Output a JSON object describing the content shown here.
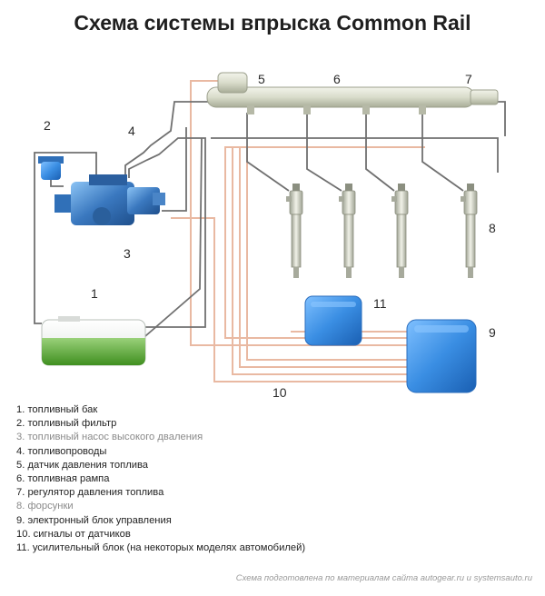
{
  "title": "Схема системы впрыска Common Rail",
  "callouts": [
    "1",
    "2",
    "3",
    "4",
    "5",
    "6",
    "7",
    "8",
    "9",
    "10",
    "11"
  ],
  "legend": [
    "1. топливный бак",
    "2. топливный фильтр",
    "3. топливный насос высокого дваления",
    "4. топливопроводы",
    "5. датчик давления топлива",
    "6. топливная рампа",
    "7. регулятор давления топлива",
    "8. форсунки",
    "9. электронный блок управления",
    "10. сигналы от датчиков",
    "11. усилительный блок (на некоторых моделях автомобилей)"
  ],
  "credit": "Схема подготовлена по материалам сайта autogear.ru и systemsauto.ru",
  "colors": {
    "fuel_line": "#707070",
    "signal_line": "#e9b9a2",
    "tank_fuel": "#5aa531",
    "pump": "#3a78bf",
    "ecu": "#3f8ee0",
    "rail": "#d9dccb"
  }
}
